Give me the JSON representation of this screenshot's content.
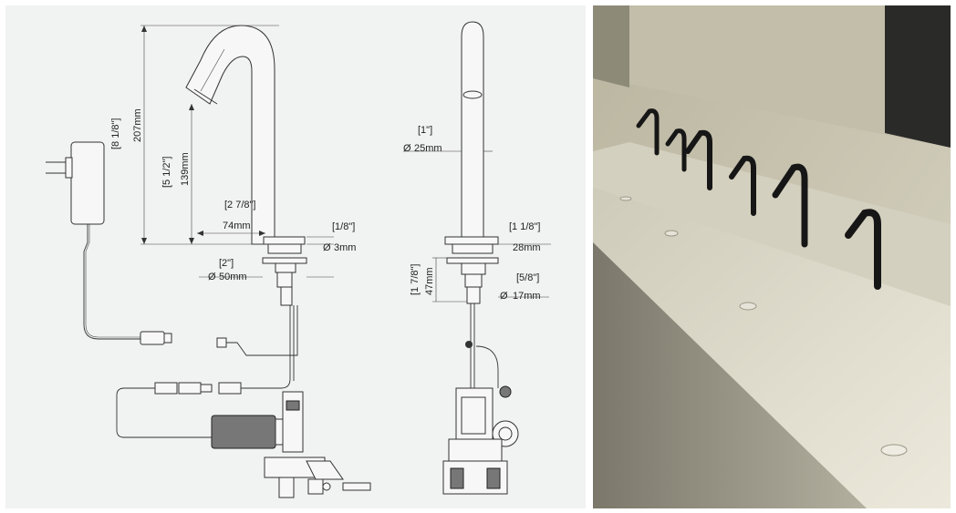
{
  "left_drawing": {
    "height_total": {
      "fraction": "[8 1/8\"]",
      "mm": "207mm"
    },
    "spout_height": {
      "fraction": "[5 1/2\"]",
      "mm": "139mm"
    },
    "spout_reach": {
      "fraction": "[2 7/8\"]",
      "mm": "74mm"
    },
    "plate_thickness": {
      "fraction": "[1/8\"]",
      "mm": "3mm"
    },
    "base_diameter": {
      "fraction": "[2\"]",
      "mm": "50mm"
    }
  },
  "right_drawing": {
    "body_diameter": {
      "fraction": "[1\"]",
      "mm": "25mm"
    },
    "plate_width": {
      "fraction": "[1 1/8\"]",
      "mm": "28mm"
    },
    "shank_length": {
      "fraction": "[1 7/8\"]",
      "mm": "47mm"
    },
    "shank_diameter": {
      "fraction": "[5/8\"]",
      "mm": "17mm"
    }
  },
  "diameter_symbol": "Ø",
  "colors": {
    "drawing_bg": "#f1f2f2",
    "line": "#333333",
    "faucet_black": "#161616",
    "basin": "#d9d5c4",
    "wall": "#c7c3b2"
  },
  "icons": [
    "power-adapter-icon",
    "solenoid-valve-icon",
    "faucet-icon"
  ]
}
